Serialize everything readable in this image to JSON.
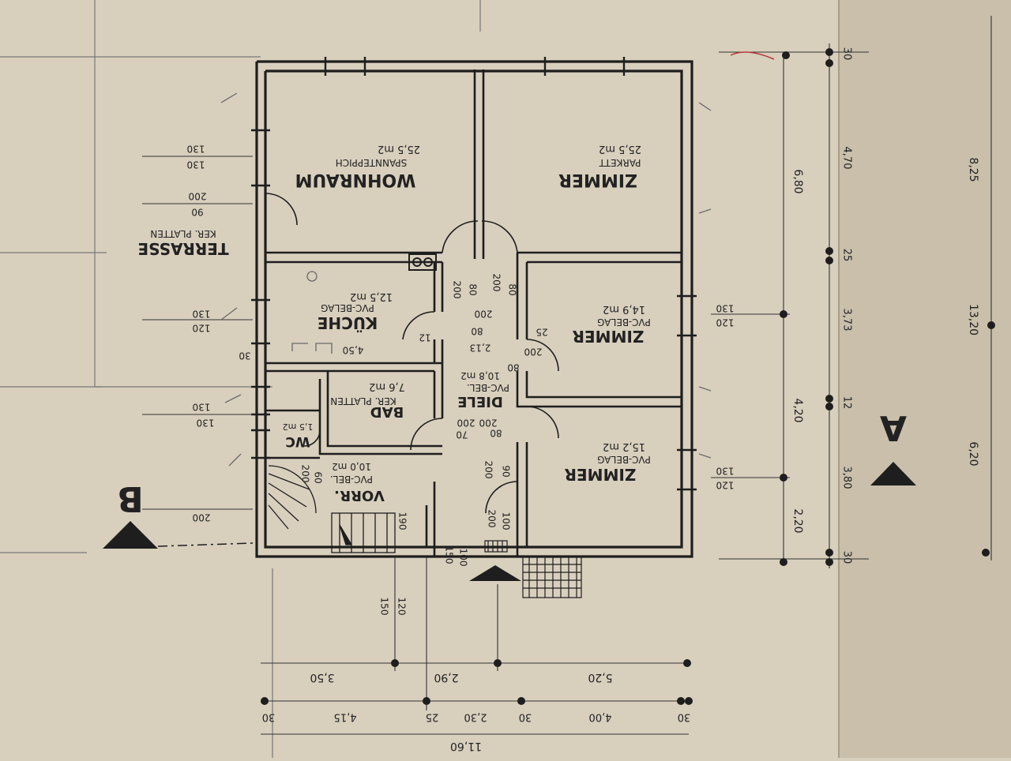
{
  "paper": {
    "base": "#d8cfbd",
    "fold": "#c9bfab",
    "ink": "#1e1e1e",
    "pencil": "#6a6a6a",
    "red": "#b83a3a"
  },
  "rooms": {
    "wohnraum": {
      "name": "WOHNRAUM",
      "floor": "SPANNTEPPICH",
      "area": "25,5 m2"
    },
    "zimmer_top": {
      "name": "ZIMMER",
      "floor": "PARKETT",
      "area": "25,5 m2"
    },
    "kueche": {
      "name": "KÜCHE",
      "floor": "PVC-BELAG",
      "area": "12,5 m2"
    },
    "zimmer_mid": {
      "name": "ZIMMER",
      "floor": "PVC-BELAG",
      "area": "14,9 m2"
    },
    "bad": {
      "name": "BAD",
      "floor": "KER. PLATTEN",
      "area": "7,6 m2"
    },
    "diele": {
      "name": "DIELE",
      "floor": "PVC-BEL.",
      "area": "10,8 m2"
    },
    "wc": {
      "name": "WC",
      "area": "1,5 m2"
    },
    "vorr": {
      "name": "VORR.",
      "floor": "PVC-BEL.",
      "area": "10,0 m2"
    },
    "zimmer_bottom": {
      "name": "ZIMMER",
      "floor": "PVC-BELAG",
      "area": "15,2 m2"
    },
    "terrasse": {
      "name": "TERRASSE",
      "floor": "KER. PLATTEN"
    }
  },
  "section_markers": {
    "a": "A",
    "b": "B"
  },
  "dims": {
    "right_inner": [
      "30",
      "4,70",
      "25",
      "3,73",
      "12",
      "3,80",
      "30"
    ],
    "right_mid": [
      "6,80",
      "4,20",
      "2,20"
    ],
    "right_outer": [
      "8,25",
      "13,20",
      "6,20"
    ],
    "bottom_1": [
      "3,50",
      "2,90",
      "5,20"
    ],
    "bottom_2": [
      "30",
      "4,15",
      "25",
      "2,30",
      "30",
      "4,00",
      "30"
    ],
    "total_width": "11,60",
    "window_left": [
      "130",
      "130",
      "200",
      "90",
      "130",
      "120",
      "130",
      "130",
      "200"
    ],
    "window_right": [
      "130",
      "120",
      "130",
      "120"
    ],
    "openings": [
      "200",
      "80",
      "200",
      "80",
      "200",
      "80",
      "2,13",
      "200",
      "25",
      "80",
      "12",
      "200",
      "200",
      "70",
      "80",
      "200",
      "90",
      "200",
      "100",
      "150",
      "100",
      "60",
      "200",
      "190",
      "150",
      "120",
      "4,50",
      "30"
    ]
  }
}
